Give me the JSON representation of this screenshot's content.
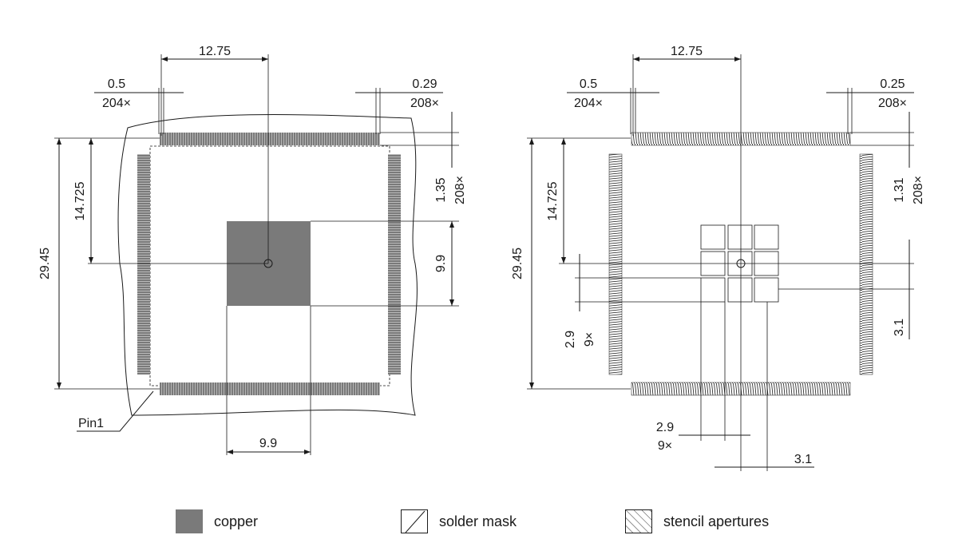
{
  "left_view": {
    "pitch_horizontal": "12.75",
    "pad_width_value": "0.5",
    "pad_width_count": "204×",
    "mask_opening_value": "0.29",
    "mask_opening_count": "208×",
    "pad_length_value": "1.35",
    "pad_length_count": "208×",
    "half_span": "14.725",
    "full_span": "29.45",
    "thermal_pad_height": "9.9",
    "thermal_pad_width": "9.9",
    "pin1_label": "Pin1"
  },
  "right_view": {
    "pitch_horizontal": "12.75",
    "pad_width_value": "0.5",
    "pad_width_count": "204×",
    "stencil_opening_value": "0.25",
    "stencil_opening_count": "208×",
    "pad_length_value": "1.31",
    "pad_length_count": "208×",
    "half_span": "14.725",
    "full_span": "29.45",
    "aperture_size_left_value": "2.9",
    "aperture_size_left_count": "9×",
    "aperture_pitch_right": "3.1",
    "aperture_size_bottom_value": "2.9",
    "aperture_size_bottom_count": "9×",
    "aperture_pitch_bottom": "3.1"
  },
  "legend": {
    "copper": "copper",
    "solder_mask": "solder mask",
    "stencil": "stencil apertures"
  },
  "colors": {
    "copper": "#7a7a7a",
    "ink": "#1a1a1a"
  }
}
